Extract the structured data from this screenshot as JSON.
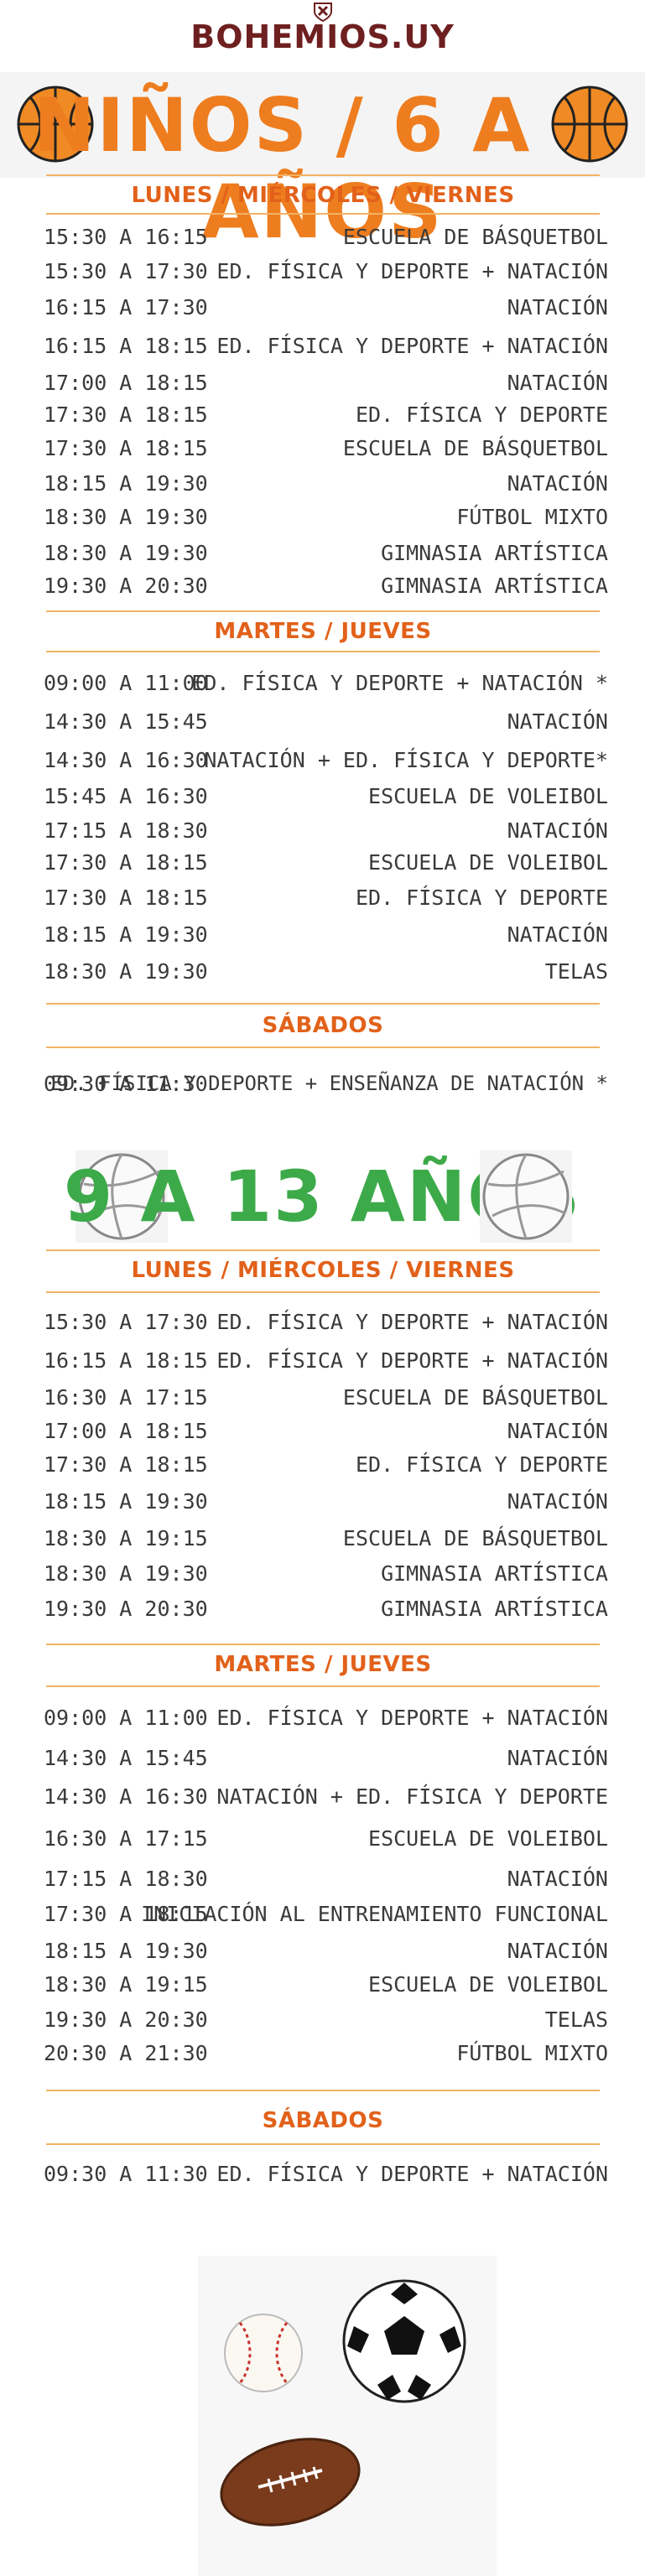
{
  "brand": "BOHEMIOS.UY",
  "groups": [
    {
      "title": "NIÑOS / 6 A 8 AÑOS",
      "sections": [
        {
          "heading": "LUNES / MIÉRCOLES / VIERNES",
          "rows": [
            {
              "time": "15:30 A 16:15",
              "activity": "ESCUELA DE BÁSQUETBOL"
            },
            {
              "time": "15:30 A 17:30",
              "activity": "ED. FÍSICA Y DEPORTE + NATACIÓN"
            },
            {
              "time": "16:15 A 17:30",
              "activity": "NATACIÓN"
            },
            {
              "time": "16:15 A 18:15",
              "activity": "ED. FÍSICA Y DEPORTE + NATACIÓN"
            },
            {
              "time": "17:00 A 18:15",
              "activity": "NATACIÓN"
            },
            {
              "time": "17:30 A 18:15",
              "activity": "ED. FÍSICA Y DEPORTE"
            },
            {
              "time": "17:30 A 18:15",
              "activity": "ESCUELA DE BÁSQUETBOL"
            },
            {
              "time": "18:15 A 19:30",
              "activity": "NATACIÓN"
            },
            {
              "time": "18:30 A 19:30",
              "activity": "FÚTBOL MIXTO"
            },
            {
              "time": "18:30 A 19:30",
              "activity": "GIMNASIA ARTÍSTICA"
            },
            {
              "time": "19:30 A 20:30",
              "activity": "GIMNASIA ARTÍSTICA"
            }
          ]
        },
        {
          "heading": "MARTES / JUEVES",
          "rows": [
            {
              "time": "09:00 A 11:00",
              "activity": "ED. FÍSICA Y DEPORTE + NATACIÓN *"
            },
            {
              "time": "14:30 A 15:45",
              "activity": "NATACIÓN"
            },
            {
              "time": "14:30 A 16:30",
              "activity": "NATACIÓN + ED. FÍSICA Y DEPORTE*"
            },
            {
              "time": "15:45 A 16:30",
              "activity": "ESCUELA DE VOLEIBOL"
            },
            {
              "time": "17:15 A 18:30",
              "activity": "NATACIÓN"
            },
            {
              "time": "17:30 A 18:15",
              "activity": "ESCUELA DE VOLEIBOL"
            },
            {
              "time": "17:30 A 18:15",
              "activity": "ED. FÍSICA Y DEPORTE"
            },
            {
              "time": "18:15 A 19:30",
              "activity": "NATACIÓN"
            },
            {
              "time": "18:30 A 19:30",
              "activity": "TELAS"
            }
          ]
        },
        {
          "heading": "SÁBADOS",
          "rows": [
            {
              "time": "09:30 A 11:30",
              "activity": "ED. FÍSICA Y DEPORTE + ENSEÑANZA DE NATACIÓN *"
            }
          ]
        }
      ]
    },
    {
      "title": "9 A 13 AÑOS",
      "sections": [
        {
          "heading": "LUNES / MIÉRCOLES / VIERNES",
          "rows": [
            {
              "time": "15:30 A 17:30",
              "activity": "ED. FÍSICA Y DEPORTE + NATACIÓN"
            },
            {
              "time": "16:15 A 18:15",
              "activity": "ED. FÍSICA Y DEPORTE + NATACIÓN"
            },
            {
              "time": "16:30 A 17:15",
              "activity": "ESCUELA DE BÁSQUETBOL"
            },
            {
              "time": "17:00 A 18:15",
              "activity": "NATACIÓN"
            },
            {
              "time": "17:30 A 18:15",
              "activity": "ED. FÍSICA Y DEPORTE"
            },
            {
              "time": "18:15 A 19:30",
              "activity": "NATACIÓN"
            },
            {
              "time": "18:30 A 19:15",
              "activity": "ESCUELA DE BÁSQUETBOL"
            },
            {
              "time": "18:30 A 19:30",
              "activity": "GIMNASIA ARTÍSTICA"
            },
            {
              "time": "19:30 A 20:30",
              "activity": "GIMNASIA ARTÍSTICA"
            }
          ]
        },
        {
          "heading": "MARTES / JUEVES",
          "rows": [
            {
              "time": "09:00 A 11:00",
              "activity": "ED. FÍSICA Y DEPORTE + NATACIÓN"
            },
            {
              "time": "14:30 A 15:45",
              "activity": "NATACIÓN"
            },
            {
              "time": "14:30 A 16:30",
              "activity": "NATACIÓN + ED. FÍSICA Y DEPORTE"
            },
            {
              "time": "16:30 A 17:15",
              "activity": "ESCUELA DE VOLEIBOL"
            },
            {
              "time": "17:15 A 18:30",
              "activity": "NATACIÓN"
            },
            {
              "time": "17:30 A 18:15",
              "activity": "INICIACIÓN AL ENTRENAMIENTO FUNCIONAL"
            },
            {
              "time": "18:15 A 19:30",
              "activity": "NATACIÓN"
            },
            {
              "time": "18:30 A 19:15",
              "activity": "ESCUELA DE VOLEIBOL"
            },
            {
              "time": "19:30 A 20:30",
              "activity": "TELAS"
            },
            {
              "time": "20:30 A 21:30",
              "activity": "FÚTBOL MIXTO"
            }
          ]
        },
        {
          "heading": "SÁBADOS",
          "rows": [
            {
              "time": "09:30 A 11:30",
              "activity": "ED. FÍSICA Y DEPORTE + NATACIÓN"
            }
          ]
        }
      ]
    }
  ],
  "colors": {
    "brand": "#6e1f1f",
    "heading_orange": "#ee7d1f",
    "heading_green": "#3daa4a",
    "section_heading": "#e2611a",
    "rule": "#f2b365",
    "text": "#3a3a3a"
  },
  "icons": [
    "shield-icon",
    "basketball-icon",
    "volleyball-icon",
    "baseball-icon",
    "soccer-ball-icon",
    "football-icon"
  ]
}
